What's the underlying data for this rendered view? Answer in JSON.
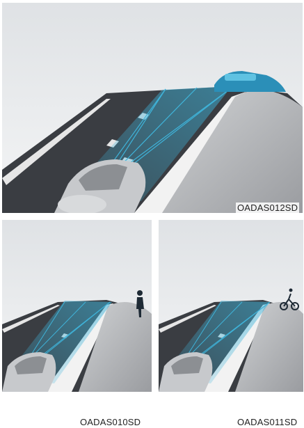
{
  "figures": [
    {
      "id": "top",
      "code": "OADAS012SD",
      "hazard": "vehicle"
    },
    {
      "id": "bottom-left",
      "code": "OADAS010SD",
      "hazard": "pedestrian"
    },
    {
      "id": "bottom-right",
      "code": "OADAS011SD",
      "hazard": "cyclist"
    }
  ],
  "colors": {
    "sky": "#eceef0",
    "road": "#3a3d42",
    "hill": "#b8babd",
    "sensor_beam": "#3fb3d9",
    "car_body": "#c7c9cc"
  },
  "icons": [
    "car-silhouette",
    "target-vehicle-icon",
    "pedestrian-icon",
    "cyclist-icon"
  ]
}
